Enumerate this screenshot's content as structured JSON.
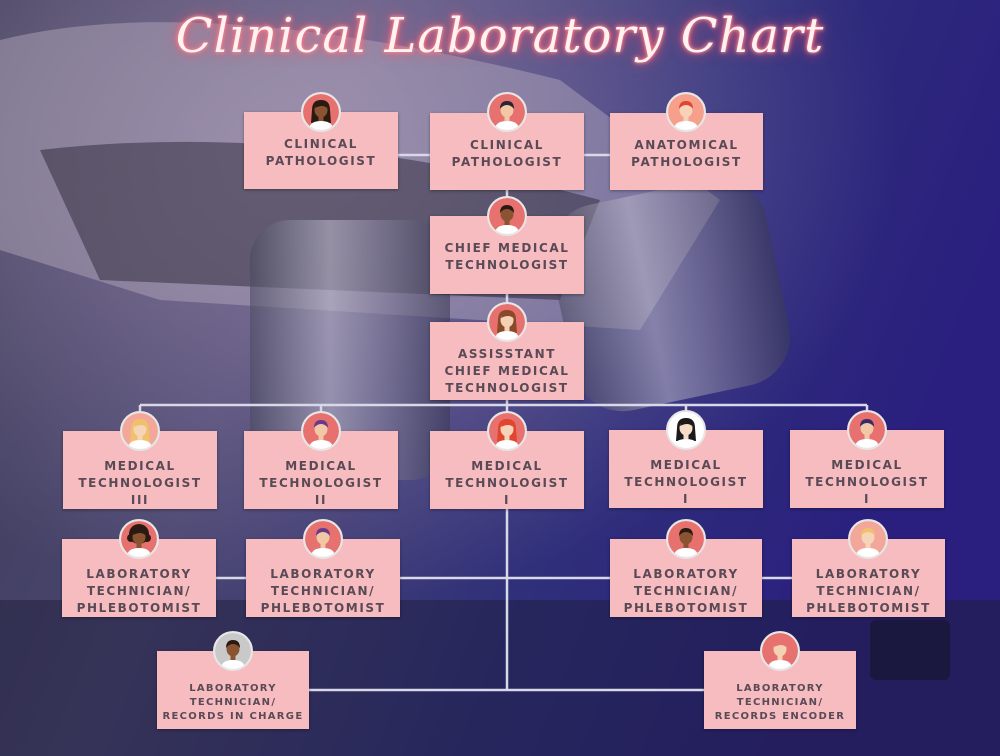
{
  "title": "Clinical Laboratory Chart",
  "nodes": [
    {
      "id": "cp1",
      "label": "CLINICAL\nPATHOLOGIST",
      "avatar": {
        "skin": "#8a5432",
        "hair": "#2b1a12",
        "circle": "#e7716f",
        "shirt": "#ffffff",
        "style": "long"
      }
    },
    {
      "id": "cp2",
      "label": "CLINICAL\nPATHOLOGIST",
      "avatar": {
        "skin": "#f2c7a6",
        "hair": "#2b2433",
        "circle": "#e7716f",
        "shirt": "#ffffff",
        "style": "short"
      }
    },
    {
      "id": "ap",
      "label": "ANATOMICAL\nPATHOLOGIST",
      "avatar": {
        "skin": "#f6d2b8",
        "hair": "#e0452f",
        "circle": "#f6a08c",
        "shirt": "#ffffff",
        "style": "short"
      }
    },
    {
      "id": "cmt",
      "label": "CHIEF MEDICAL\nTECHNOLOGIST",
      "avatar": {
        "skin": "#8a5432",
        "hair": "#2b1a12",
        "circle": "#e7716f",
        "shirt": "#ffffff",
        "style": "short"
      }
    },
    {
      "id": "acmt",
      "label": "ASSISSTANT\nCHIEF MEDICAL\nTECHNOLOGIST",
      "avatar": {
        "skin": "#f4d1b4",
        "hair": "#8a4a2a",
        "circle": "#e7716f",
        "shirt": "#ffffff",
        "style": "long"
      }
    },
    {
      "id": "mt3",
      "label": "MEDICAL\nTECHNOLOGIST\nIII",
      "avatar": {
        "skin": "#f6d4b8",
        "hair": "#f0c06a",
        "circle": "#f3a69a",
        "shirt": "#ffffff",
        "style": "long"
      }
    },
    {
      "id": "mt2",
      "label": "MEDICAL\nTECHNOLOGIST\nII",
      "avatar": {
        "skin": "#f2c7a6",
        "hair": "#6a3a8a",
        "circle": "#e7716f",
        "shirt": "#ffffff",
        "style": "short"
      }
    },
    {
      "id": "mt1a",
      "label": "MEDICAL\nTECHNOLOGIST\nI",
      "avatar": {
        "skin": "#f6d2b8",
        "hair": "#e0452f",
        "circle": "#e7716f",
        "shirt": "#ffffff",
        "style": "long"
      }
    },
    {
      "id": "mt1b",
      "label": "MEDICAL\nTECHNOLOGIST\nI",
      "avatar": {
        "skin": "#f6dcc6",
        "hair": "#1a1a1a",
        "circle": "#ffffff",
        "shirt": "#ffffff",
        "style": "long"
      }
    },
    {
      "id": "mt1c",
      "label": "MEDICAL\nTECHNOLOGIST\nI",
      "avatar": {
        "skin": "#f2c7a6",
        "hair": "#3b2a6a",
        "circle": "#e7716f",
        "shirt": "#ffffff",
        "style": "short"
      }
    },
    {
      "id": "lt1",
      "label": "LABORATORY\nTECHNICIAN/\nPHLEBOTOMIST",
      "avatar": {
        "skin": "#8a5432",
        "hair": "#2b1a12",
        "circle": "#e7716f",
        "shirt": "#ffffff",
        "style": "curly"
      }
    },
    {
      "id": "lt2",
      "label": "LABORATORY\nTECHNICIAN/\nPHLEBOTOMIST",
      "avatar": {
        "skin": "#f2c7a6",
        "hair": "#6a3a8a",
        "circle": "#e7716f",
        "shirt": "#ffffff",
        "style": "short"
      }
    },
    {
      "id": "lt3",
      "label": "LABORATORY\nTECHNICIAN/\nPHLEBOTOMIST",
      "avatar": {
        "skin": "#8a5432",
        "hair": "#2b1a12",
        "circle": "#e7716f",
        "shirt": "#ffffff",
        "style": "short"
      }
    },
    {
      "id": "lt4",
      "label": "LABORATORY\nTECHNICIAN/\nPHLEBOTOMIST",
      "avatar": {
        "skin": "#f6d4b8",
        "hair": "#f0c06a",
        "circle": "#f3a69a",
        "shirt": "#ffffff",
        "style": "short"
      }
    },
    {
      "id": "ltr1",
      "label": "LABORATORY\nTECHNICIAN/\nRECORDS IN CHARGE",
      "avatar": {
        "skin": "#8a5432",
        "hair": "#2b1a12",
        "circle": "#c9c9c9",
        "shirt": "#ffffff",
        "style": "short"
      }
    },
    {
      "id": "ltr2",
      "label": "LABORATORY\nTECHNICIAN/\nRECORDS ENCODER",
      "avatar": {
        "skin": "#f4d1b4",
        "hair": "#e7716f",
        "circle": "#e7716f",
        "shirt": "#ffffff",
        "style": "long"
      }
    }
  ],
  "colors": {
    "box": "#f7bcc0",
    "text": "#5a4a56",
    "line": "#d8d8e8",
    "title_glow": "#ff5f75"
  }
}
